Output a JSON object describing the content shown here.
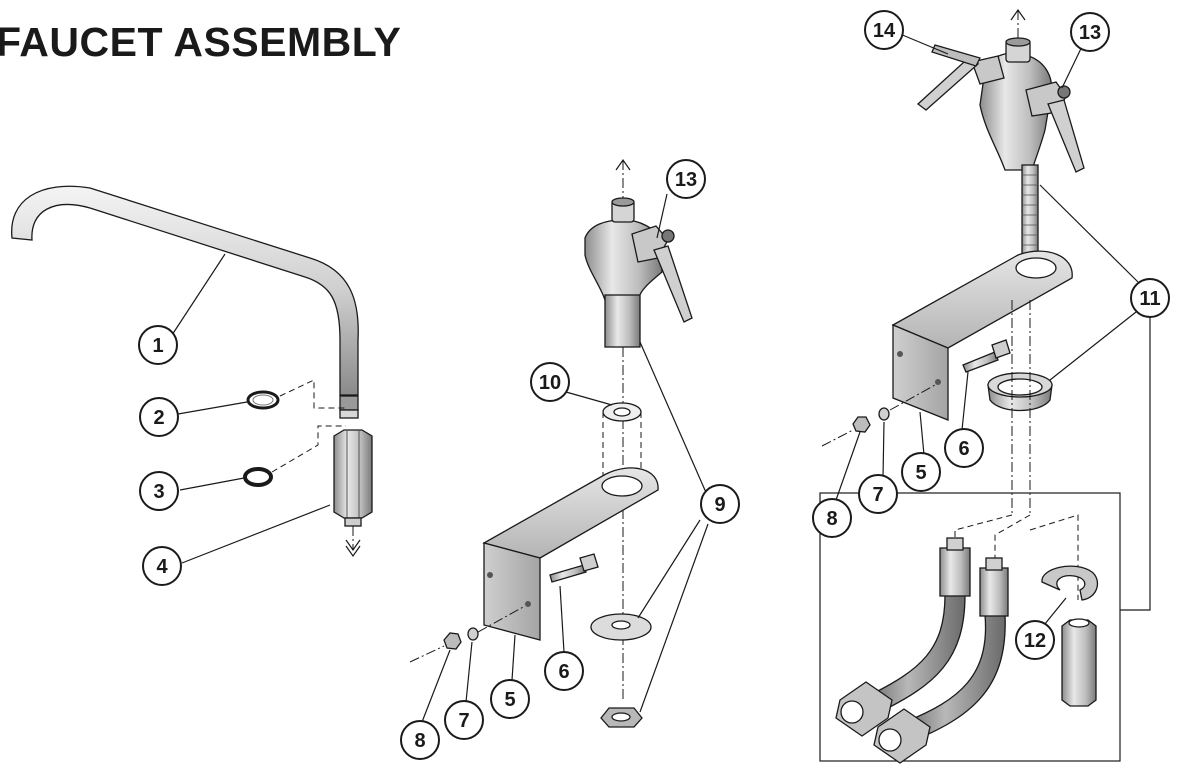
{
  "title": "FAUCET ASSEMBLY",
  "colors": {
    "metal_light": "#e9e9e9",
    "metal_mid": "#b5b5b5",
    "metal_dark": "#7d7d7d",
    "outline": "#1a1a1a"
  },
  "callouts": [
    {
      "id": "c1",
      "label": "1"
    },
    {
      "id": "c2",
      "label": "2"
    },
    {
      "id": "c3",
      "label": "3"
    },
    {
      "id": "c4",
      "label": "4"
    },
    {
      "id": "c10",
      "label": "10"
    },
    {
      "id": "c13a",
      "label": "13"
    },
    {
      "id": "c9",
      "label": "9"
    },
    {
      "id": "c6a",
      "label": "6"
    },
    {
      "id": "c5a",
      "label": "5"
    },
    {
      "id": "c7a",
      "label": "7"
    },
    {
      "id": "c8a",
      "label": "8"
    },
    {
      "id": "c14",
      "label": "14"
    },
    {
      "id": "c13b",
      "label": "13"
    },
    {
      "id": "c11",
      "label": "11"
    },
    {
      "id": "c6b",
      "label": "6"
    },
    {
      "id": "c5b",
      "label": "5"
    },
    {
      "id": "c7b",
      "label": "7"
    },
    {
      "id": "c8b",
      "label": "8"
    },
    {
      "id": "c12",
      "label": "12"
    }
  ]
}
